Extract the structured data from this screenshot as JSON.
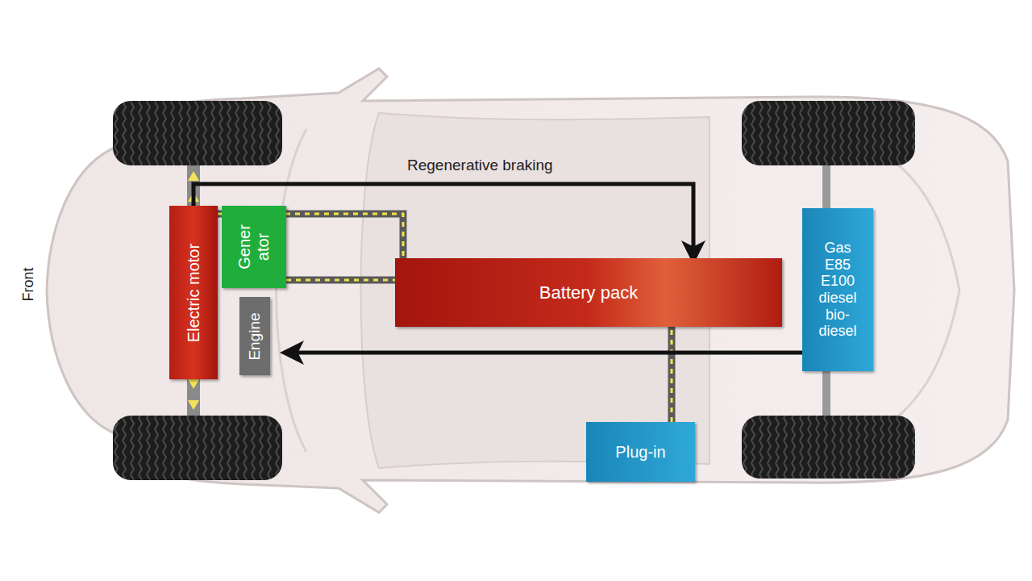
{
  "diagram": {
    "nodes": [
      {
        "text": [
          "Electric motor"
        ]
      },
      {
        "text": [
          "Gener ator"
        ]
      },
      {
        "text": [
          "Engine"
        ]
      },
      {
        "text": [
          "Battery pack"
        ]
      },
      {
        "text": [
          "Gas E85 E100 diesel bio- diesel"
        ]
      },
      {
        "text": [
          "Plug-in"
        ]
      }
    ],
    "edges": [
      {
        "from": 0,
        "to": 3,
        "arrow": "to",
        "label": "Regenerative braking"
      },
      {
        "from": 0,
        "to": 3,
        "arrow": "none"
      },
      {
        "from": 1,
        "to": 3,
        "arrow": "none"
      },
      {
        "from": 5,
        "to": 3,
        "arrow": "none"
      },
      {
        "from": 4,
        "to": 2,
        "arrow": "to"
      }
    ],
    "labels": [
      "Front"
    ]
  }
}
